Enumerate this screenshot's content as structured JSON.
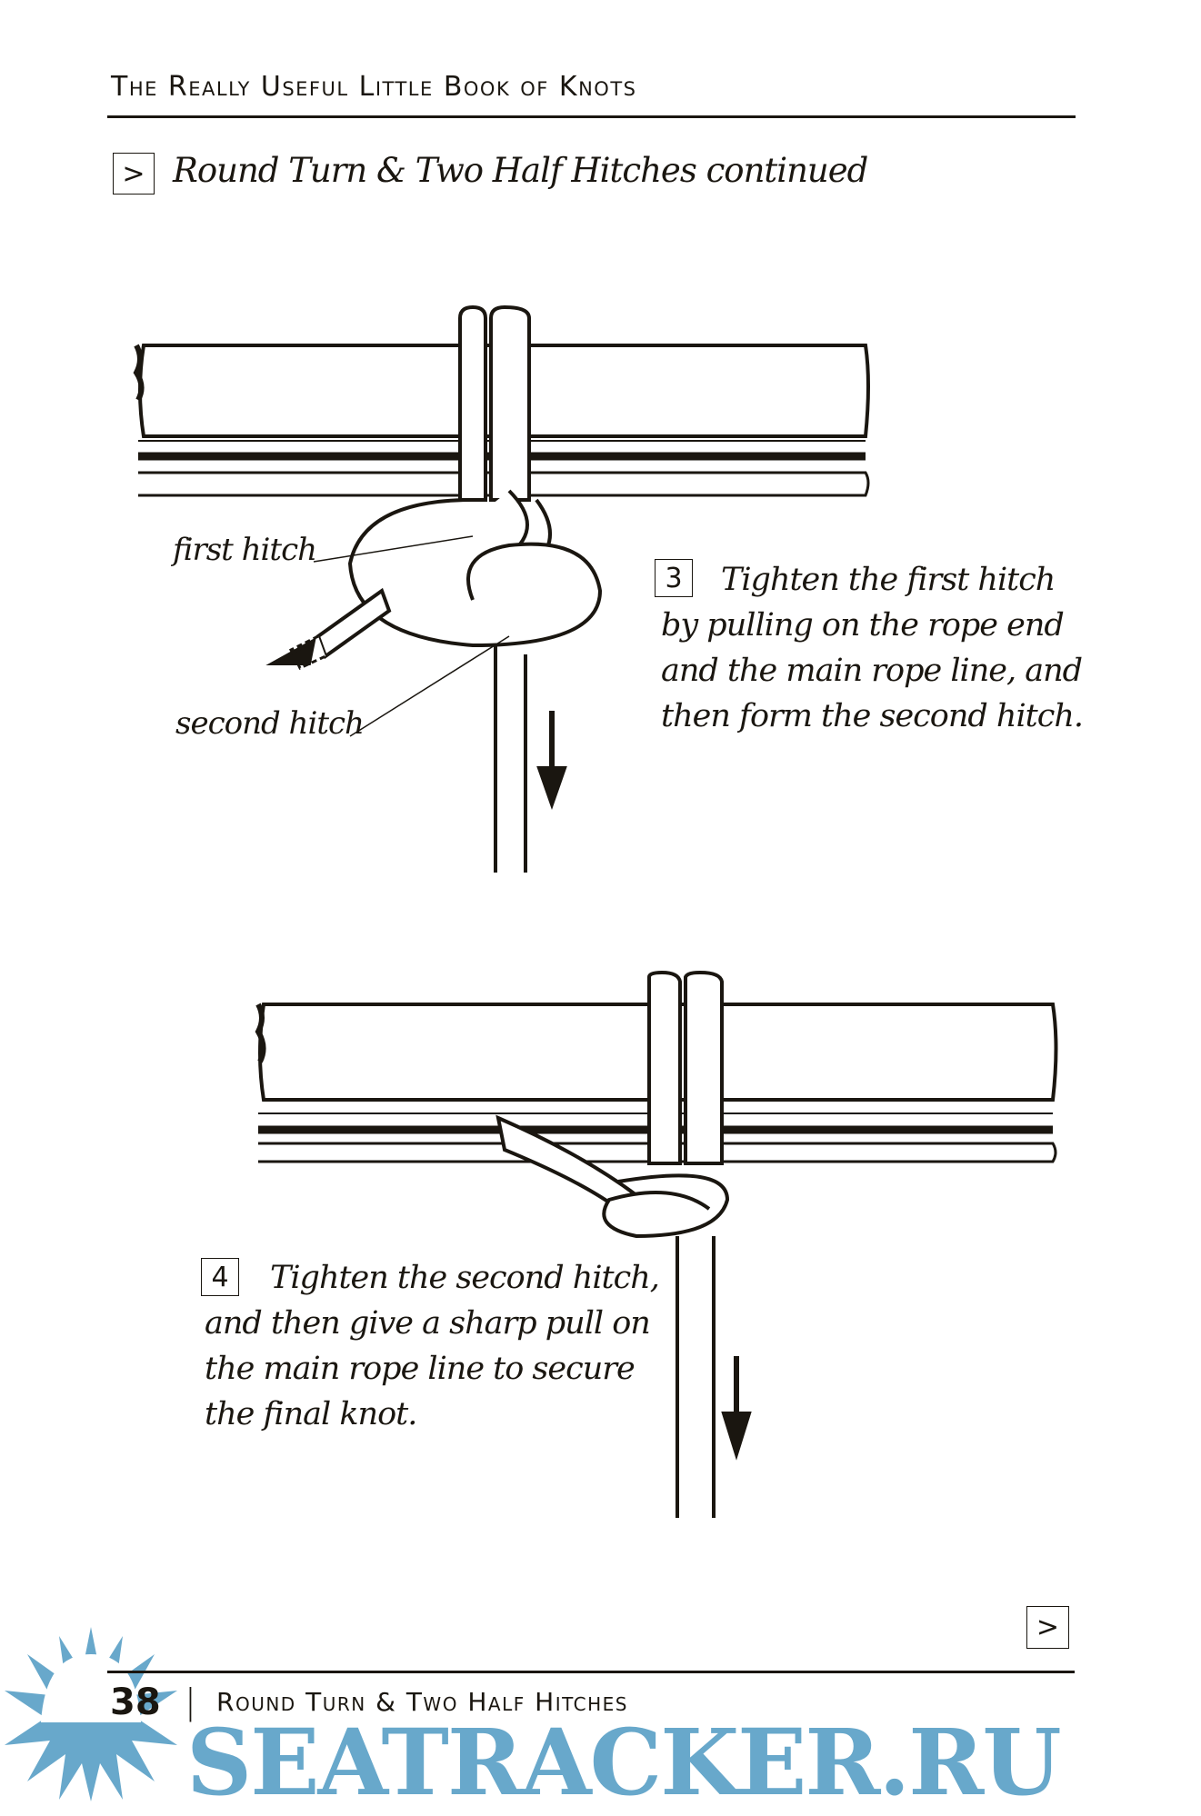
{
  "header": {
    "running_title": "The Really Useful Little Book of Knots"
  },
  "section": {
    "marker": ">",
    "title": "Round Turn & Two Half Hitches continued"
  },
  "figure1": {
    "labels": {
      "first_hitch": "first hitch",
      "second_hitch": "second hitch"
    },
    "step_number": "3",
    "step_lines": [
      "Tighten the first hitch",
      "by pulling on the rope end",
      "and the main rope line, and",
      "then form the second hitch."
    ]
  },
  "figure2": {
    "step_number": "4",
    "step_lines": [
      "Tighten the second hitch,",
      "and then give a sharp pull on",
      "the main rope line to secure",
      "the final knot."
    ]
  },
  "footer": {
    "next_marker": ">",
    "page_number": "38",
    "separator": "|",
    "chapter_title": "Round Turn & Two Half Hitches"
  },
  "watermark": {
    "text": "SEATRACKER.RU",
    "color": "#68a8cb"
  }
}
